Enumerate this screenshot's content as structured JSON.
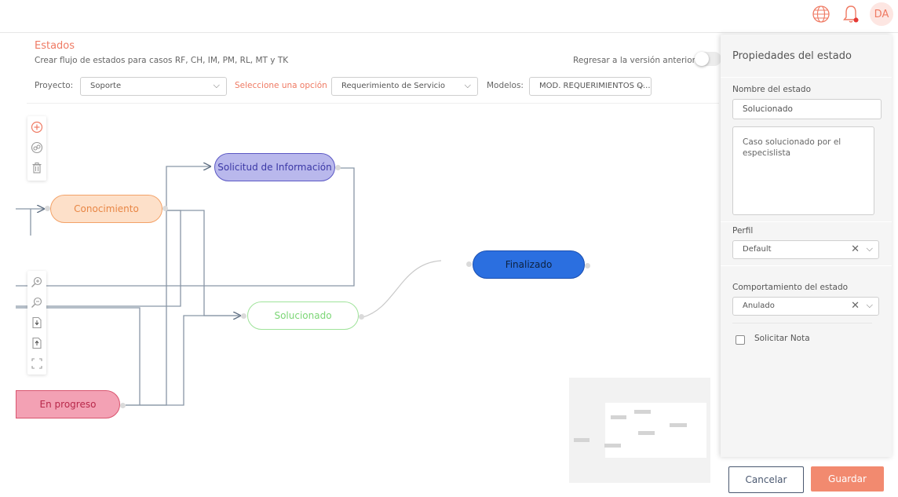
{
  "header": {
    "avatar_initials": "DA",
    "globe_icon": "globe-icon",
    "bell_icon": "bell-icon",
    "accent_color": "#ef7a63"
  },
  "page": {
    "title": "Estados",
    "subtitle": "Crear flujo de estados para casos RF, CH, IM, PM, RL, MT y TK",
    "revert_label": "Regresar a la versión anterior"
  },
  "filters": {
    "project_label": "Proyecto:",
    "project_value": "Soporte",
    "option_label": "Seleccione una opción",
    "option_value": "Requerimiento de Servicio",
    "models_label": "Modelos:",
    "models_value": "MOD. REQUERIMIENTOS Q..."
  },
  "toolbar_top": [
    "add-circle-icon",
    "link-circle-icon",
    "trash-icon"
  ],
  "toolbar_bottom": [
    "zoom-in-icon",
    "zoom-out-icon",
    "download-file-icon",
    "upload-file-icon",
    "fit-screen-icon"
  ],
  "nodes": {
    "conocimiento": {
      "label": "Conocimiento",
      "fill": "#fde0c9",
      "border": "#f3a268",
      "text": "#e88645"
    },
    "solicitud": {
      "label": "Solicitud de Información",
      "fill": "#b9b8ec",
      "border": "#5b58c4",
      "text": "#3b38a6"
    },
    "finalizado": {
      "label": "Finalizado",
      "fill": "#2b6fe0",
      "border": "#1b4fb0",
      "text": "#0d2240"
    },
    "solucionado": {
      "label": "Solucionado",
      "fill": "#ffffff",
      "border": "#9fe39a",
      "text": "#7bd675"
    },
    "en_progreso": {
      "label": "En progreso",
      "fill": "#f3a1b4",
      "border": "#d9556f",
      "text": "#b8284a"
    }
  },
  "panel": {
    "title": "Propiedades del estado",
    "name_label": "Nombre del estado",
    "name_value": "Solucionado",
    "description_value": "Caso solucionado por el especislista",
    "profile_label": "Perfil",
    "profile_value": "Default",
    "behavior_label": "Comportamiento del estado",
    "behavior_value": "Anulado",
    "note_label": "Solicitar Nota",
    "note_checked": false
  },
  "actions": {
    "cancel_label": "Cancelar",
    "save_label": "Guardar"
  }
}
